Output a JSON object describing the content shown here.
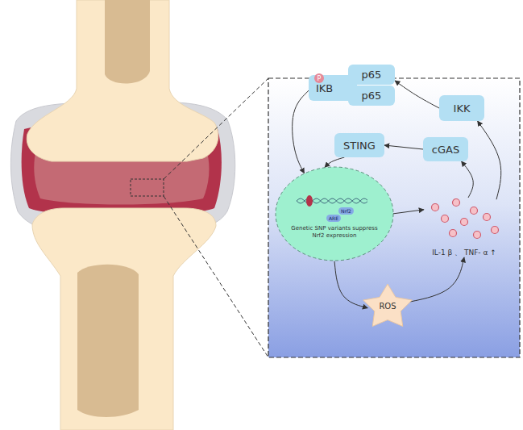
{
  "diagram": {
    "nodes": [
      {
        "text": [
          "P"
        ]
      },
      {
        "text": [
          "IKB"
        ]
      },
      {
        "text": [
          "p65"
        ]
      },
      {
        "text": [
          "p65"
        ]
      },
      {
        "text": [
          "IKK"
        ]
      },
      {
        "text": [
          "STING"
        ]
      },
      {
        "text": [
          "cGAS"
        ]
      },
      {
        "text": [
          "Genetic SNP variants suppress Nrf2 expression"
        ]
      },
      {
        "text": [
          "IL-1 β 、 TNF- α ↑"
        ]
      },
      {
        "text": [
          "ROS"
        ]
      }
    ],
    "edges": [
      {
        "from": 4,
        "to": 2,
        "arrow": "to"
      },
      {
        "from": 6,
        "to": 5,
        "arrow": "to"
      },
      {
        "from": 1,
        "to": 7,
        "arrow": "to"
      },
      {
        "from": 5,
        "to": 7,
        "arrow": "to"
      },
      {
        "from": 7,
        "to": 8,
        "arrow": "to"
      },
      {
        "from": 8,
        "to": 6,
        "arrow": "to"
      },
      {
        "from": 8,
        "to": 4,
        "arrow": "to"
      },
      {
        "from": 7,
        "to": 9,
        "arrow": "to"
      },
      {
        "from": 9,
        "to": 8,
        "arrow": "to"
      }
    ],
    "labels": [
      "Nrf2",
      "ARE"
    ]
  }
}
